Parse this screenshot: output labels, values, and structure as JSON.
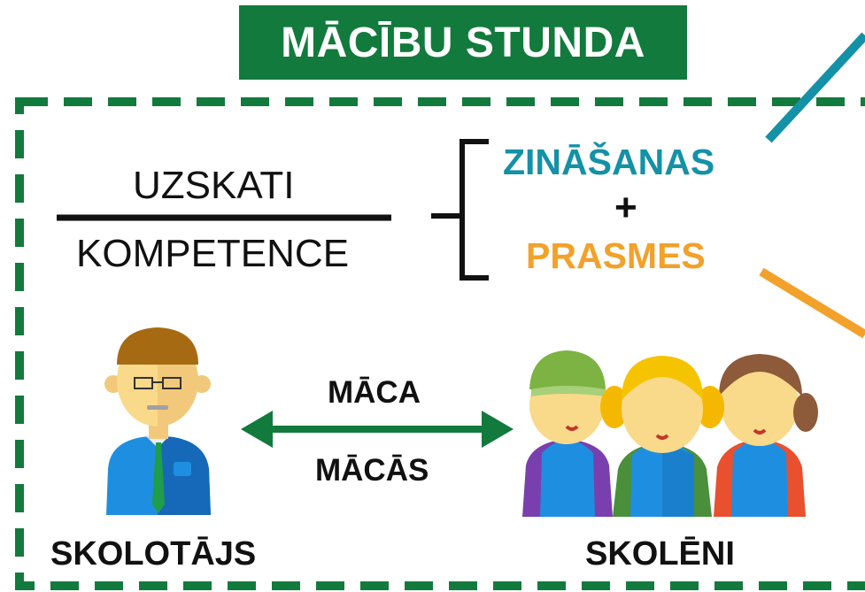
{
  "title": "MĀCĪBU STUNDA",
  "fraction": {
    "numerator": "UZSKATI",
    "denominator": "KOMPETENCE"
  },
  "components": {
    "knowledge": "ZINĀŠANAS",
    "plus": "+",
    "skills": "PRASMES"
  },
  "interaction": {
    "teaches": "MĀCA",
    "learns": "MĀCĀS"
  },
  "roles": {
    "teacher": "SKOLOTĀJS",
    "students": "SKOLĒNI"
  },
  "colors": {
    "title_bg": "#127a3c",
    "border": "#127a3c",
    "knowledge": "#1491a6",
    "skills": "#f2a12a",
    "arrow": "#127a3c"
  },
  "icons": [
    "teacher-icon",
    "students-icon",
    "double-arrow-icon",
    "bracket-icon"
  ]
}
